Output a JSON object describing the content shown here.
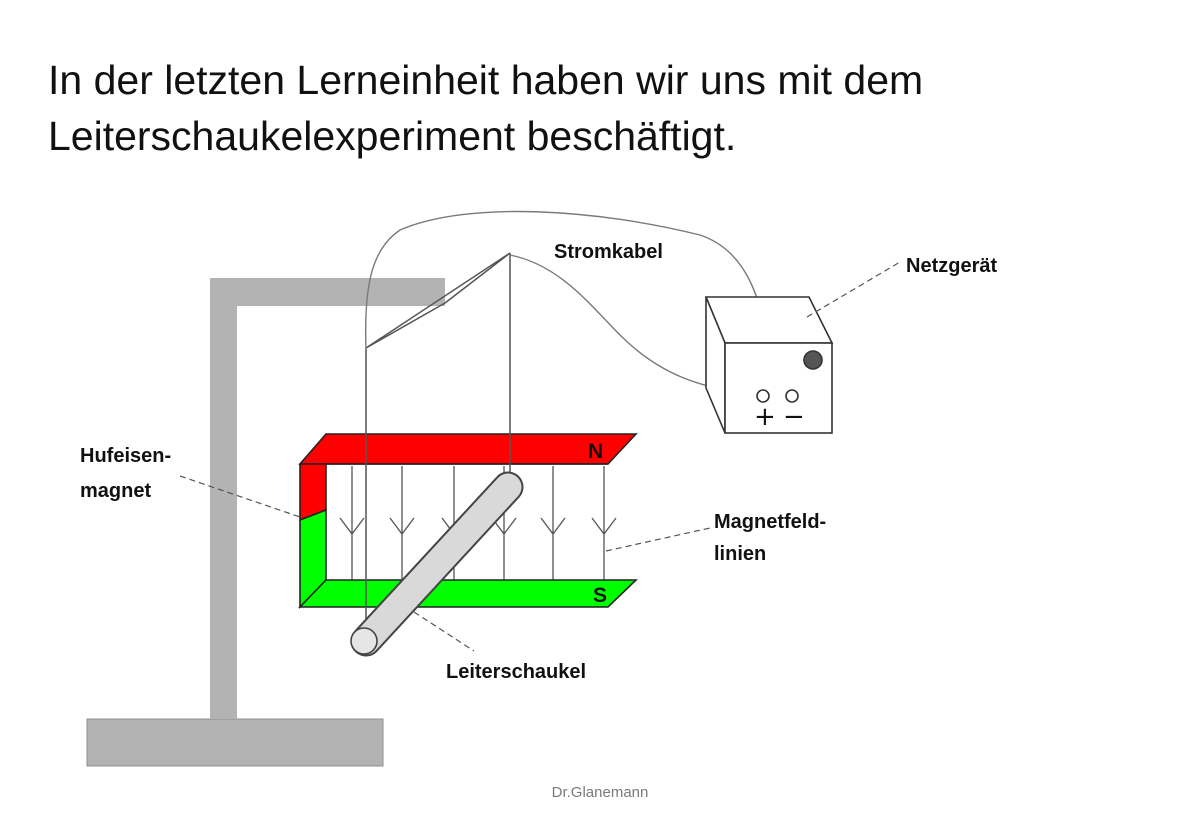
{
  "slide": {
    "title_line1": "In der letzten Lerneinheit haben wir uns mit dem",
    "title_line2": "Leiterschaukelexperiment beschäftigt.",
    "footer": "Dr.Glanemann"
  },
  "diagram": {
    "labels": {
      "stromkabel": "Stromkabel",
      "netzgeraet": "Netzgerät",
      "hufeisen_line1": "Hufeisen-",
      "hufeisen_line2": "magnet",
      "magnetfeld_line1": "Magnetfeld-",
      "magnetfeld_line2": "linien",
      "leiterschaukel": "Leiterschaukel"
    },
    "poles": {
      "north": "N",
      "south": "S"
    },
    "terminals": {
      "plus": "+",
      "minus": "−"
    },
    "colors": {
      "north_pole": "#ff0000",
      "south_pole": "#00ff00",
      "stand": "#b3b3b3",
      "rod": "#d9d9d9",
      "wire": "#7a7a7a"
    }
  }
}
